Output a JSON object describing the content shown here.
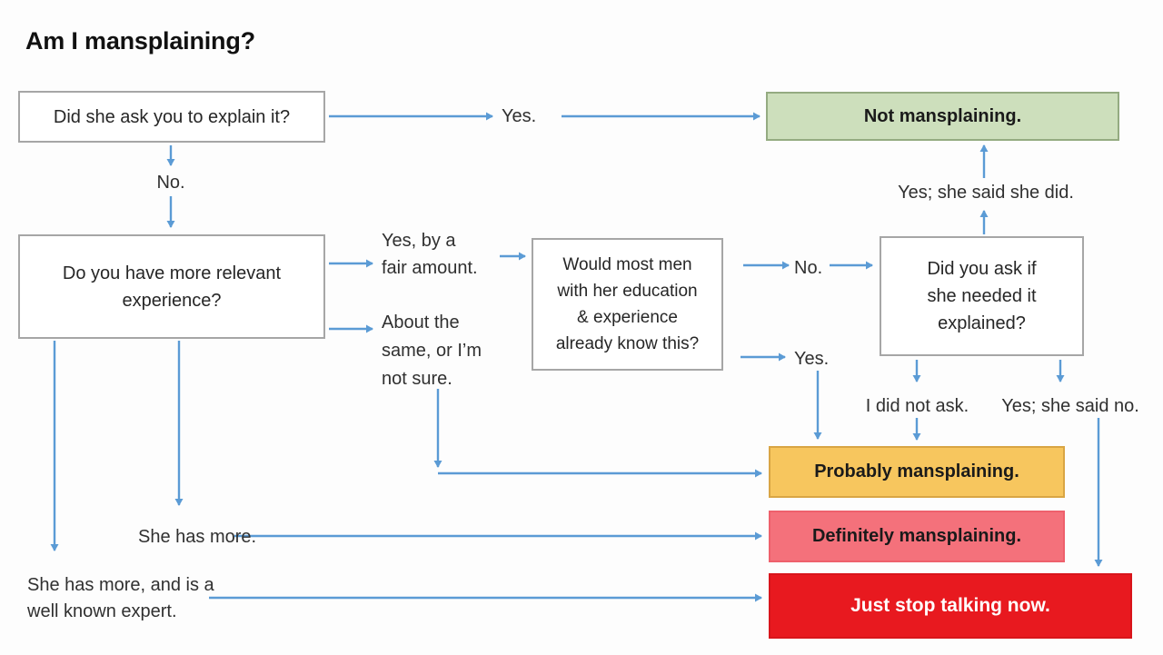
{
  "title": "Am I mansplaining?",
  "colors": {
    "arrow_blue": "#5b9bd5",
    "box_border_gray": "#a6a6a6",
    "green_fill": "#cddfbc",
    "orange_fill": "#f7c65e",
    "pink_fill": "#f4717b",
    "red_fill": "#e8191f",
    "text": "#262626",
    "red_box_text": "#ffffff"
  },
  "nodes": {
    "q1": {
      "label": "Did she ask you to explain it?"
    },
    "q2": {
      "label": "Do you have more relevant\nexperience?"
    },
    "q3": {
      "label": "Would most men\nwith her education\n& experience\nalready know this?"
    },
    "q4": {
      "label": "Did you ask if\nshe needed it\nexplained?"
    },
    "not_mansplaining": {
      "label": "Not mansplaining."
    },
    "probably_mansplaining": {
      "label": "Probably mansplaining."
    },
    "definitely_mansplaining": {
      "label": "Definitely mansplaining."
    },
    "just_stop": {
      "label": "Just stop talking now."
    }
  },
  "edge_labels": {
    "yes_top": "Yes.",
    "no_top": "No.",
    "yes_fair": "Yes, by a\nfair amount.",
    "about_same": "About the\nsame, or I’m\nnot sure.",
    "no_mid": "No.",
    "yes_mid": "Yes.",
    "she_said_she_did": "Yes; she said she did.",
    "i_did_not_ask": "I did not ask.",
    "yes_she_said_no": "Yes; she said no.",
    "she_has_more": "She has more.",
    "well_known_expert": "She has more, and is a\nwell known expert."
  }
}
